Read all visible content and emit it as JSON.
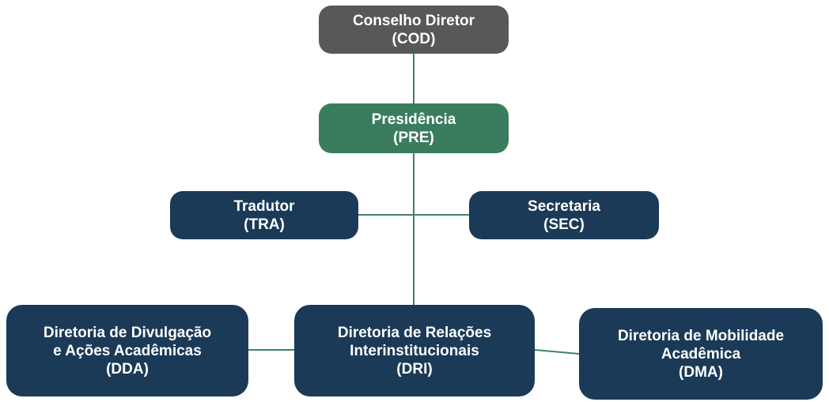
{
  "diagram": {
    "type": "org-chart",
    "nodes": [
      {
        "id": "COD",
        "label": "Conselho Diretor",
        "code": "(COD)",
        "variant": "gray"
      },
      {
        "id": "PRE",
        "label": "Presidência",
        "code": "(PRE)",
        "variant": "green"
      },
      {
        "id": "TRA",
        "label": "Tradutor",
        "code": "(TRA)",
        "variant": "navy"
      },
      {
        "id": "SEC",
        "label": "Secretaria",
        "code": "(SEC)",
        "variant": "navy"
      },
      {
        "id": "DDA",
        "label": "Diretoria de Divulgação\ne Ações Acadêmicas",
        "code": "(DDA)",
        "variant": "navy"
      },
      {
        "id": "DRI",
        "label": "Diretoria de Relações\nInterinstitucionais",
        "code": "(DRI)",
        "variant": "navy"
      },
      {
        "id": "DMA",
        "label": "Diretoria de Mobilidade\nAcadêmica",
        "code": "(DMA)",
        "variant": "navy"
      }
    ],
    "edges": [
      {
        "from": "COD",
        "to": "PRE"
      },
      {
        "from": "PRE",
        "to": "TRA"
      },
      {
        "from": "PRE",
        "to": "SEC"
      },
      {
        "from": "PRE",
        "to": "DRI"
      },
      {
        "from": "DRI",
        "to": "DDA"
      },
      {
        "from": "DRI",
        "to": "DMA"
      }
    ]
  },
  "colors": {
    "gray": "#575859",
    "green": "#3a7d5e",
    "navy": "#1b3a57",
    "line": "#418266",
    "text": "#ffffff"
  }
}
